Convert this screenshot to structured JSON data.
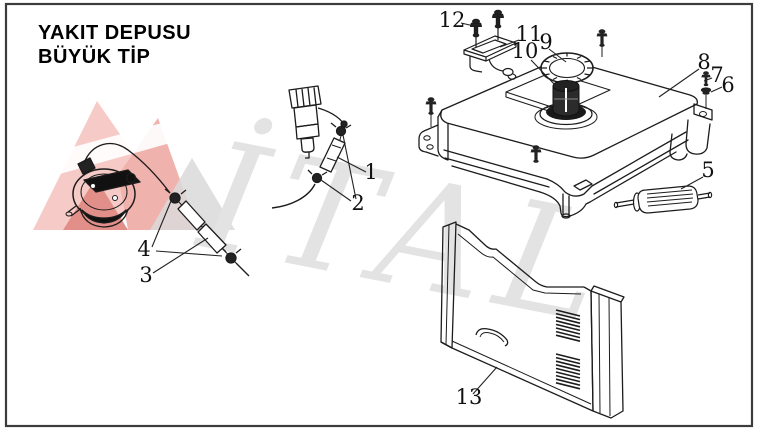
{
  "title": {
    "line1": "YAKIT DEPUSU",
    "line2": "BÜYÜK TİP"
  },
  "watermark": {
    "text": "İTAL"
  },
  "colors": {
    "ink": "#1c1c1c",
    "label_ink": "#111111",
    "border": "#3c3c3c",
    "watermark_text": "#e3e3e3",
    "logo_light": "#f6cbc7",
    "logo_mid": "#f0b2ad",
    "logo_dark": "#e28f89",
    "logo_gray": "#d9d9d9"
  },
  "callouts": [
    {
      "label": "1"
    },
    {
      "label": "2"
    },
    {
      "label": "3"
    },
    {
      "label": "4"
    },
    {
      "label": "5"
    },
    {
      "label": "6"
    },
    {
      "label": "7"
    },
    {
      "label": "8"
    },
    {
      "label": "9"
    },
    {
      "label": "10"
    },
    {
      "label": "11"
    },
    {
      "label": "12"
    },
    {
      "label": "13"
    }
  ]
}
